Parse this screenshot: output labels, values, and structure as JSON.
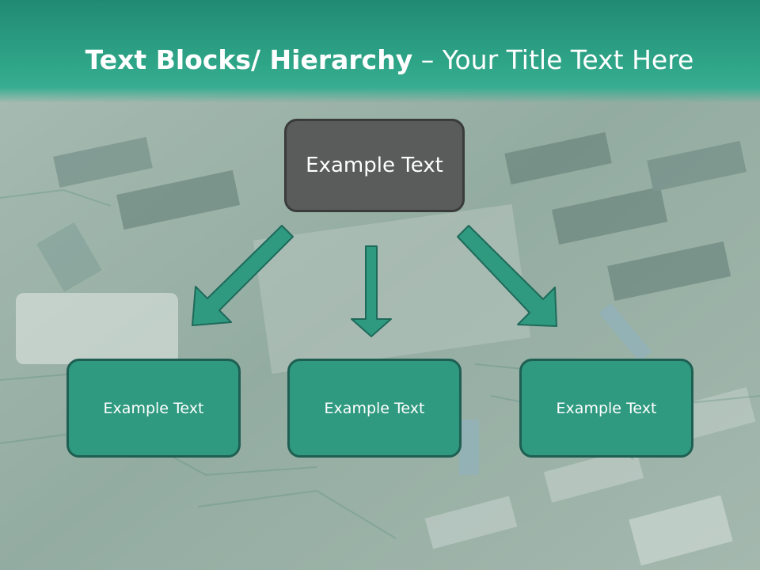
{
  "title": {
    "bold_part": "Text Blocks/ Hierarchy",
    "regular_part": " – Your Title Text Here"
  },
  "diagram": {
    "top_box": {
      "label": "Example Text"
    },
    "children": [
      {
        "label": "Example Text"
      },
      {
        "label": "Example Text"
      },
      {
        "label": "Example Text"
      }
    ]
  },
  "colors": {
    "header": "#2ea487",
    "top_box_fill": "#5a5b5b",
    "child_box_fill": "#2f9a80",
    "child_box_border": "#1e5f52",
    "arrow_fill": "#2f9a80",
    "arrow_stroke": "#1e6a5a"
  }
}
